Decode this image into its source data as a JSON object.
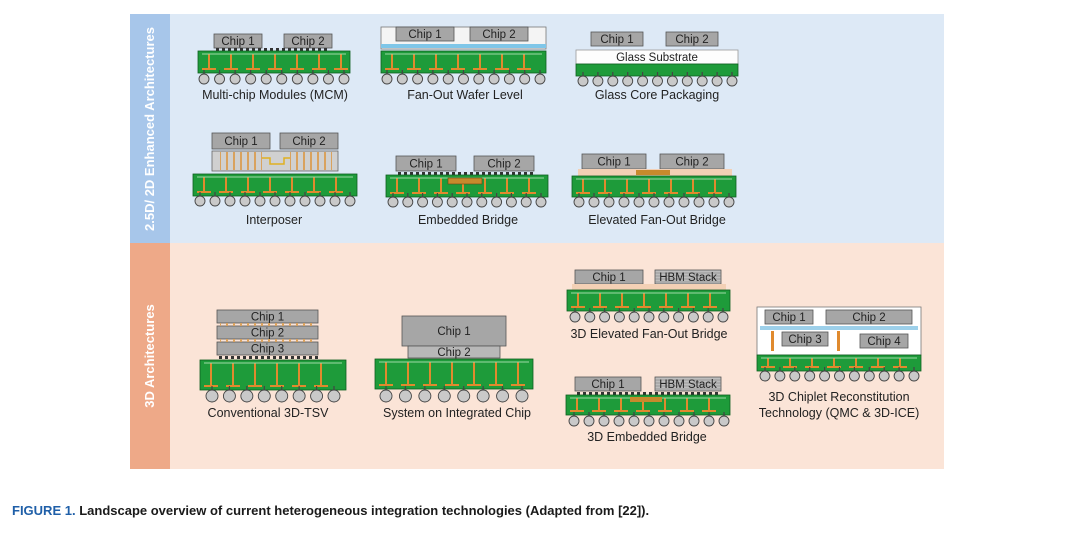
{
  "sections": {
    "top_label": "2.5D/ 2D Enhanced Architectures",
    "bottom_label": "3D Architectures"
  },
  "chips": {
    "chip1": "Chip 1",
    "chip2": "Chip 2",
    "chip3": "Chip 3",
    "chip4": "Chip 4",
    "hbm": "HBM Stack",
    "glass": "Glass Substrate"
  },
  "packages": {
    "mcm": "Multi-chip Modules (MCM)",
    "fowl": "Fan-Out Wafer Level",
    "glass_core": "Glass Core Packaging",
    "interposer": "Interposer",
    "embedded_bridge": "Embedded Bridge",
    "efo_bridge": "Elevated Fan-Out Bridge",
    "tsv": "Conventional 3D-TSV",
    "soic": "System on Integrated Chip",
    "efo_bridge_3d": "3D Elevated Fan-Out Bridge",
    "embedded_bridge_3d": "3D Embedded Bridge",
    "reconstitution_line1": "3D Chiplet Reconstitution",
    "reconstitution_line2": "Technology (QMC & 3D-ICE)"
  },
  "caption": {
    "figure": "FIGURE 1.",
    "text": "Landscape overview of current heterogeneous integration technologies (Adapted from [22])."
  },
  "colors": {
    "top_band": "#dde9f6",
    "bottom_band": "#fbe4d7",
    "top_side": "#a7c6ea",
    "bottom_side": "#eea988",
    "substrate": "#1e9b3a",
    "chip": "#a6a6a6",
    "caption_accent": "#1f5fa8"
  }
}
